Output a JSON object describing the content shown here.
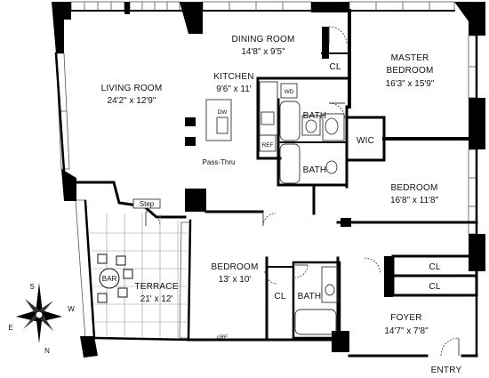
{
  "rooms": {
    "dining": {
      "name": "DINING ROOM",
      "size": "14'8\" x 9'5\""
    },
    "master": {
      "name1": "MASTER",
      "name2": "BEDROOM",
      "size": "16'3\" x 15'9\""
    },
    "kitchen": {
      "name": "KITCHEN",
      "size": "9'6\" x 11'"
    },
    "living": {
      "name": "LIVING ROOM",
      "size": "24'2\" x 12'9\""
    },
    "bedroom1": {
      "name": "BEDROOM",
      "size": "16'8\" x 11'8\""
    },
    "bedroom2": {
      "name": "BEDROOM",
      "size": "13' x 10'"
    },
    "terrace": {
      "name": "TERRACE",
      "size": "21' x 12'"
    },
    "foyer": {
      "name": "FOYER",
      "size": "14'7\" x 7'8\""
    }
  },
  "labels": {
    "cl": "CL",
    "bath": "BATH",
    "wic": "WIC",
    "wd": "WD",
    "dw": "DW",
    "ref": "REF",
    "pass_thru": "Pass-Thru",
    "step": "Step",
    "bar": "BAR",
    "entry": "ENTRY",
    "logo": "cRE"
  },
  "compass": {
    "n": "N",
    "s": "S",
    "e": "E",
    "w": "W"
  }
}
